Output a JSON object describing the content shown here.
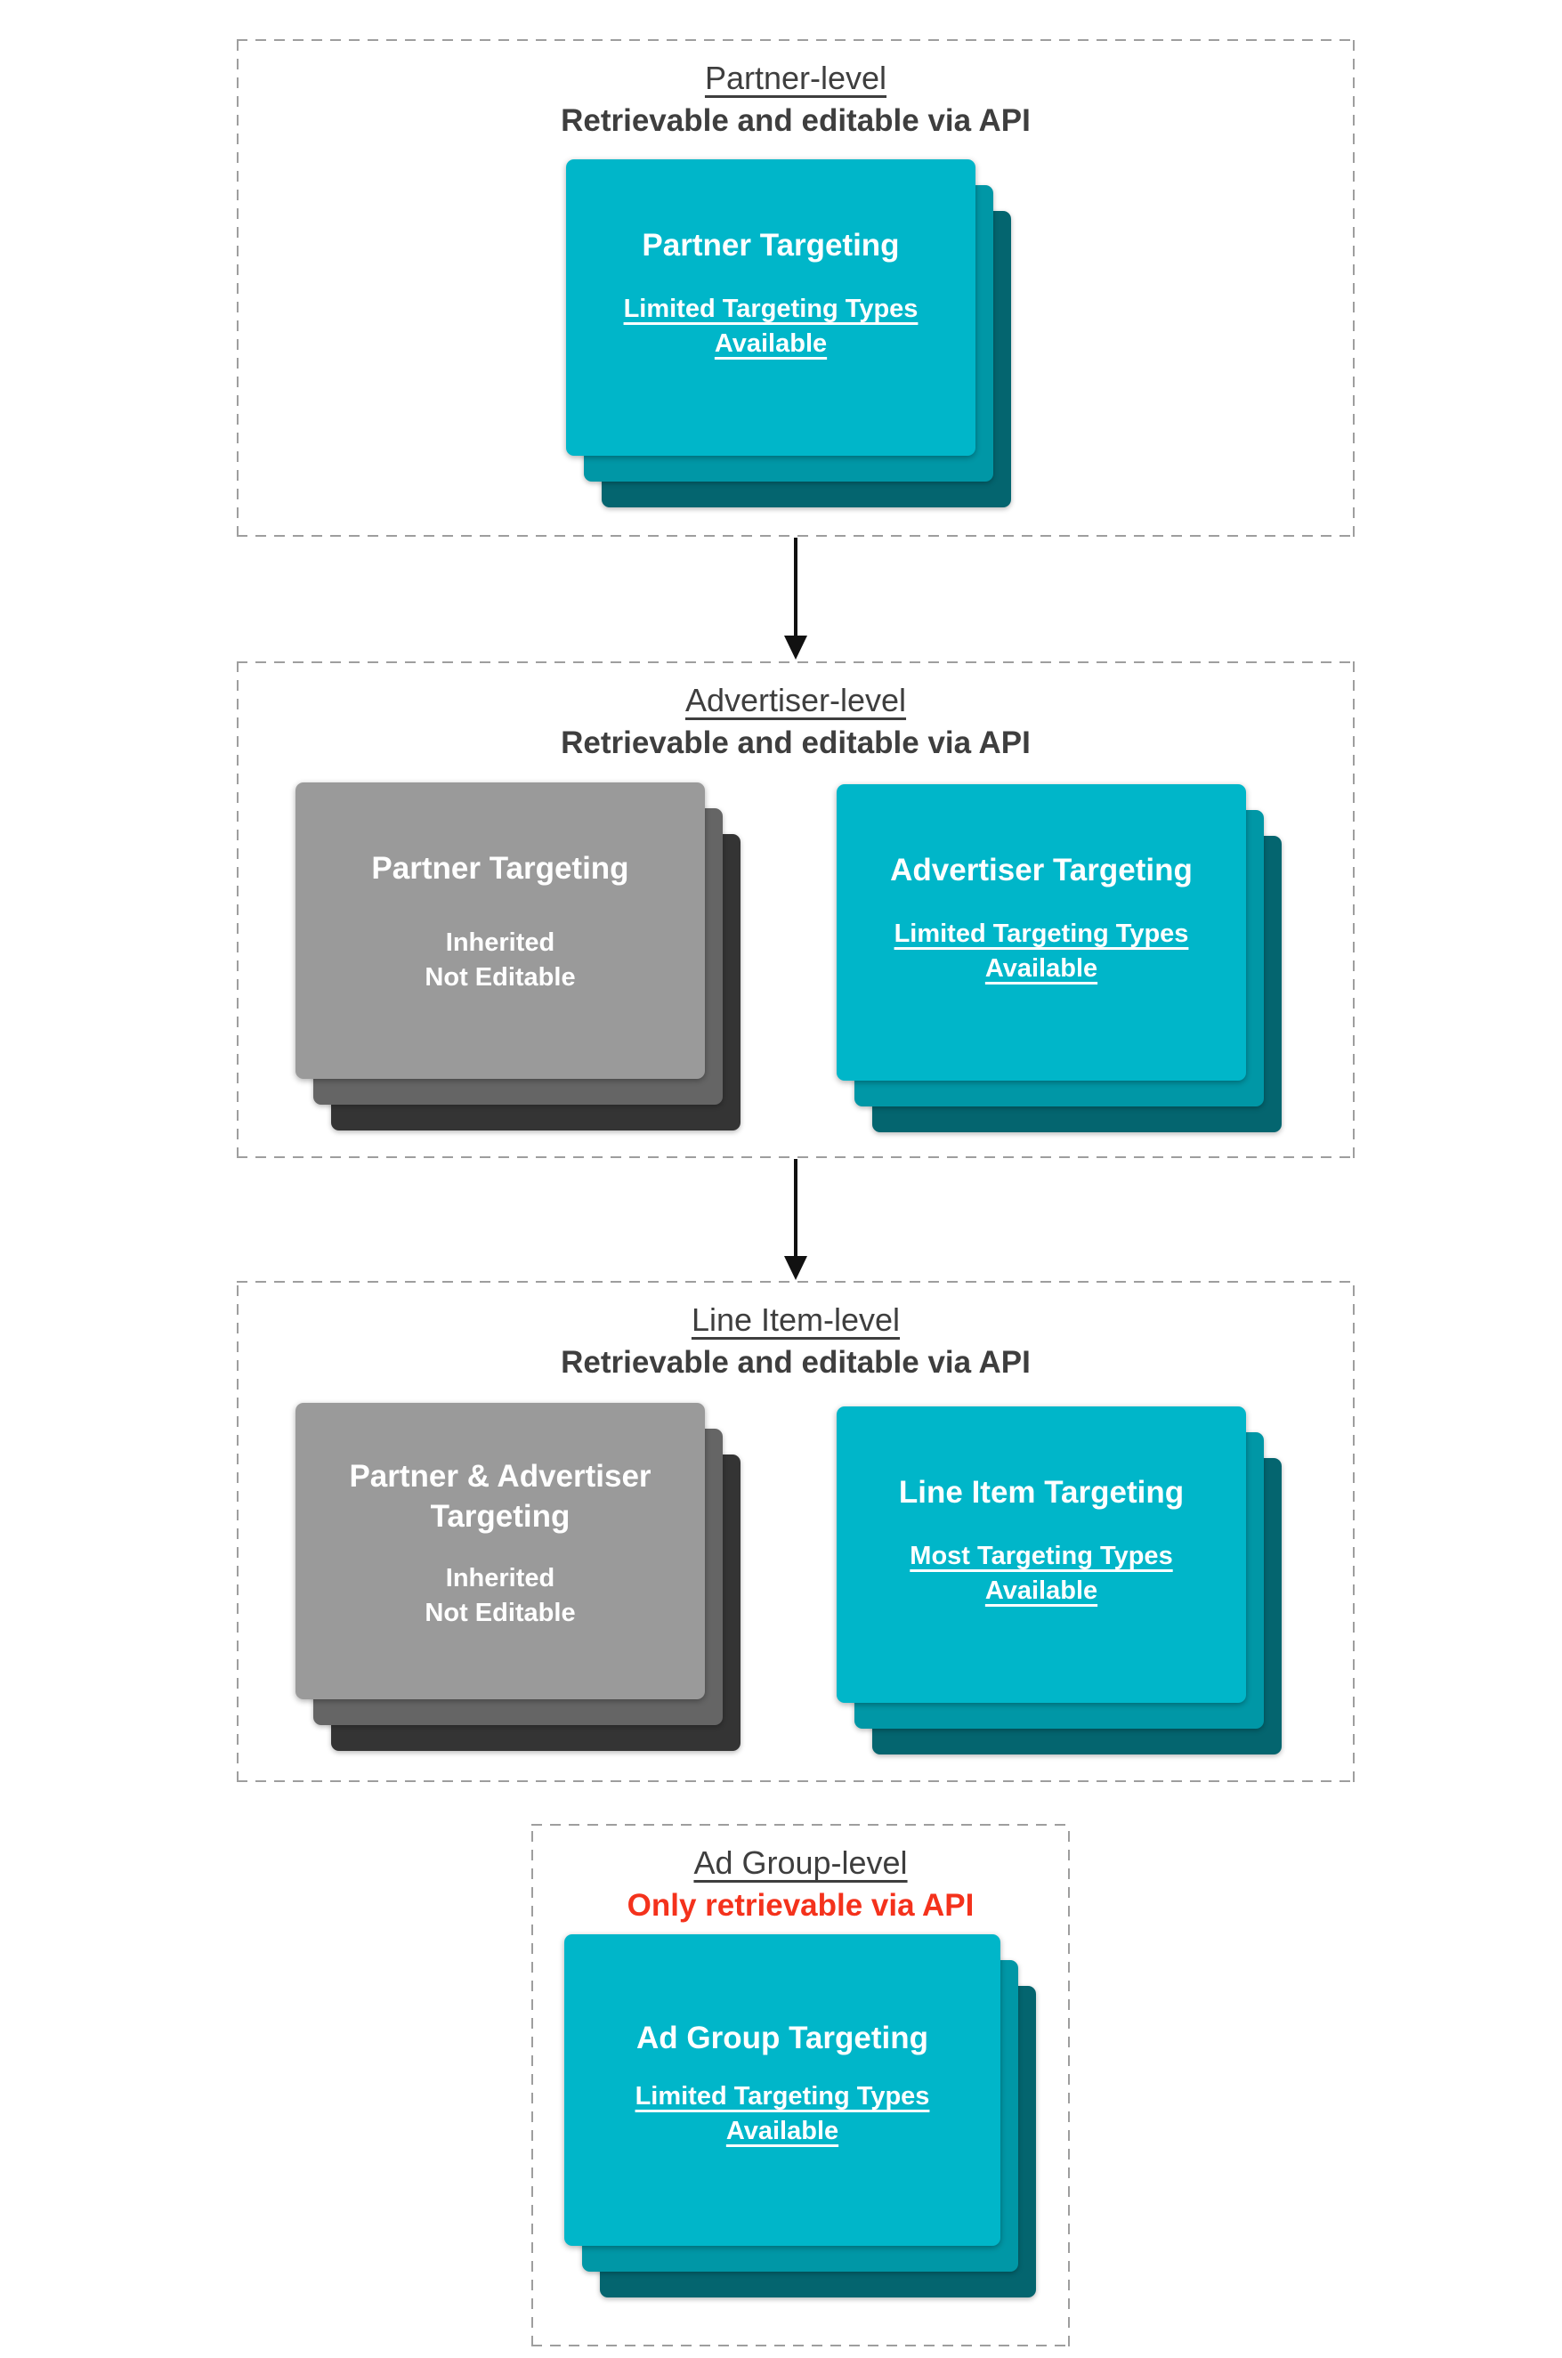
{
  "colors": {
    "cyan_main": "#00b6c9",
    "cyan_mid": "#0097a6",
    "cyan_dark": "#04656f",
    "gray_main": "#9a9a9a",
    "gray_mid": "#656565",
    "gray_dark": "#343434",
    "title_text": "#3e3e3e",
    "red_text": "#f4321c",
    "border": "#9e9e9e",
    "card_text": "#ffffff",
    "arrow": "#111111"
  },
  "sections": [
    {
      "title": "Partner-level",
      "subtitle": "Retrievable and editable via API",
      "cards": [
        {
          "style": "cyan",
          "title": "Partner Targeting",
          "lines": [
            "Limited Targeting Types",
            "Available"
          ]
        }
      ]
    },
    {
      "title": "Advertiser-level",
      "subtitle": "Retrievable and editable via API",
      "cards": [
        {
          "style": "gray",
          "title": "Partner Targeting",
          "lines": [
            "Inherited",
            "Not Editable"
          ]
        },
        {
          "style": "cyan",
          "title": "Advertiser Targeting",
          "lines": [
            "Limited Targeting Types",
            "Available"
          ]
        }
      ]
    },
    {
      "title": "Line Item-level",
      "subtitle": "Retrievable and editable via API",
      "cards": [
        {
          "style": "gray",
          "title": "Partner & Advertiser Targeting",
          "lines": [
            "Inherited",
            "Not Editable"
          ]
        },
        {
          "style": "cyan",
          "title": "Line Item Targeting",
          "lines": [
            "Most Targeting Types",
            "Available"
          ]
        }
      ]
    },
    {
      "title": "Ad Group-level",
      "subtitle": "Only retrievable via API",
      "cards": [
        {
          "style": "cyan",
          "title": "Ad Group Targeting",
          "lines": [
            "Limited Targeting Types",
            "Available"
          ]
        }
      ]
    }
  ]
}
